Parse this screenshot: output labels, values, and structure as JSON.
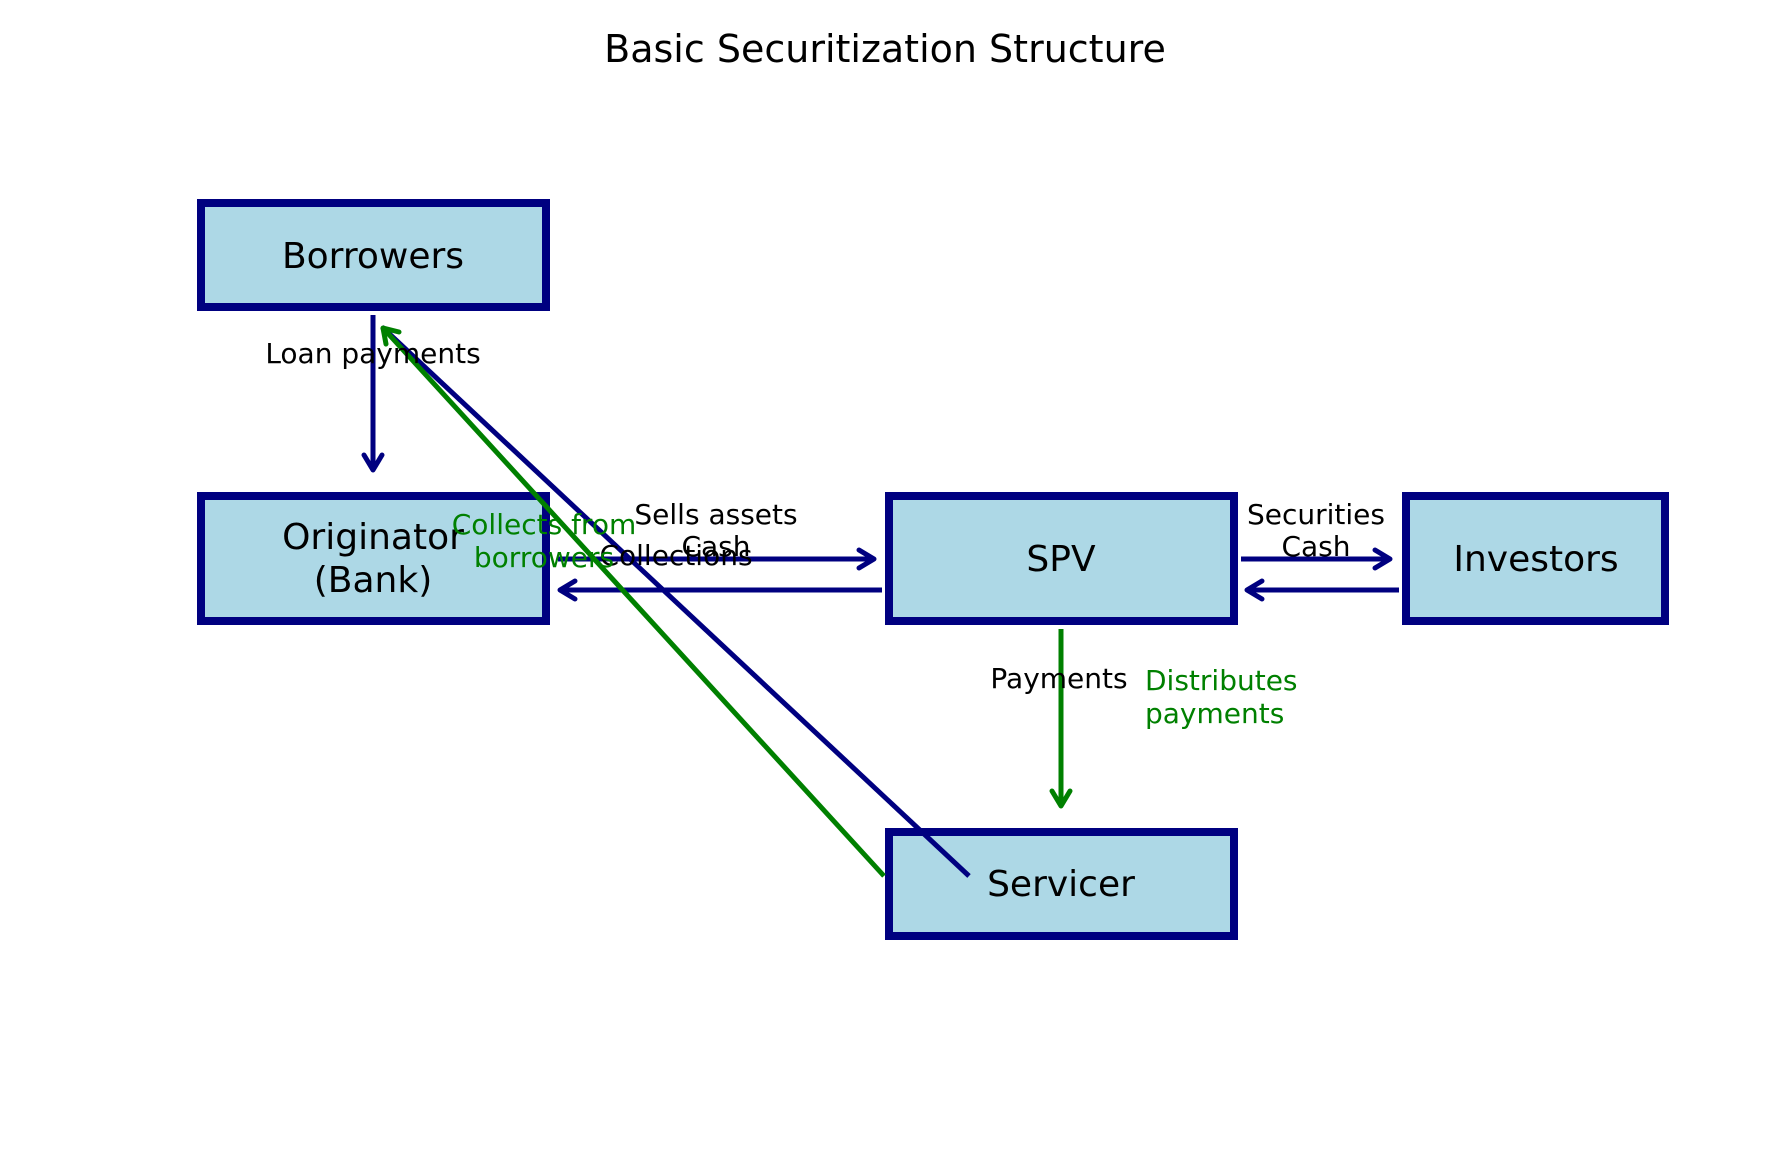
{
  "title": "Basic Securitization Structure",
  "colors": {
    "box_fill": "#add8e6",
    "box_stroke": "#000080",
    "flow_navy": "#000080",
    "flow_green": "#008000",
    "text": "#000000"
  },
  "nodes": {
    "borrowers": {
      "label": "Borrowers"
    },
    "originator": {
      "label_line1": "Originator",
      "label_line2": "(Bank)"
    },
    "spv": {
      "label": "SPV"
    },
    "investors": {
      "label": "Investors"
    },
    "servicer": {
      "label": "Servicer"
    }
  },
  "edges": {
    "loan_payments": {
      "label": "Loan payments",
      "from": "borrowers",
      "to": "originator"
    },
    "sells_assets": {
      "label": "Sells assets",
      "from": "originator",
      "to": "spv"
    },
    "cash_to_originator": {
      "label": "Cash",
      "from": "spv",
      "to": "originator"
    },
    "collections": {
      "label": "Collections",
      "from": "servicer",
      "to": "borrowers"
    },
    "collects_from_borrowers": {
      "label_line1": "Collects from",
      "label_line2": "borrowers",
      "from": "servicer",
      "to": "borrowers"
    },
    "securities": {
      "label": "Securities",
      "from": "spv",
      "to": "investors"
    },
    "cash_to_spv": {
      "label": "Cash",
      "from": "investors",
      "to": "spv"
    },
    "payments": {
      "label": "Payments",
      "from": "spv",
      "to": "servicer"
    },
    "distributes_payments": {
      "label_line1": "Distributes",
      "label_line2": "payments",
      "from": "spv",
      "to": "servicer"
    }
  }
}
